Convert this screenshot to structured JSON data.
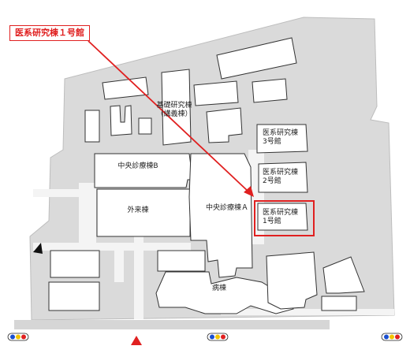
{
  "callout": {
    "label": "医系研究棟１号館",
    "color": "#e02020"
  },
  "buildings": {
    "kiso": "基礎研究棟\n（講義棟）",
    "chuo_b": "中央診療棟B",
    "gairai": "外来棟",
    "chuo_a": "中央診療棟Ａ",
    "iken3": "医系研究棟\n3号館",
    "iken2": "医系研究棟\n2号館",
    "iken1": "医系研究棟\n1号館",
    "byoto": "病棟"
  },
  "colors": {
    "ground": "#dadada",
    "building": "#ffffff",
    "outline": "#333333",
    "highlight": "#e02020"
  },
  "markers": {
    "entrance_icons": [
      "traffic-light-icon",
      "traffic-light-icon",
      "traffic-light-icon",
      "traffic-light-icon"
    ],
    "entrance_arrow": "red-triangle-icon",
    "side_arrow": "black-triangle-icon"
  }
}
